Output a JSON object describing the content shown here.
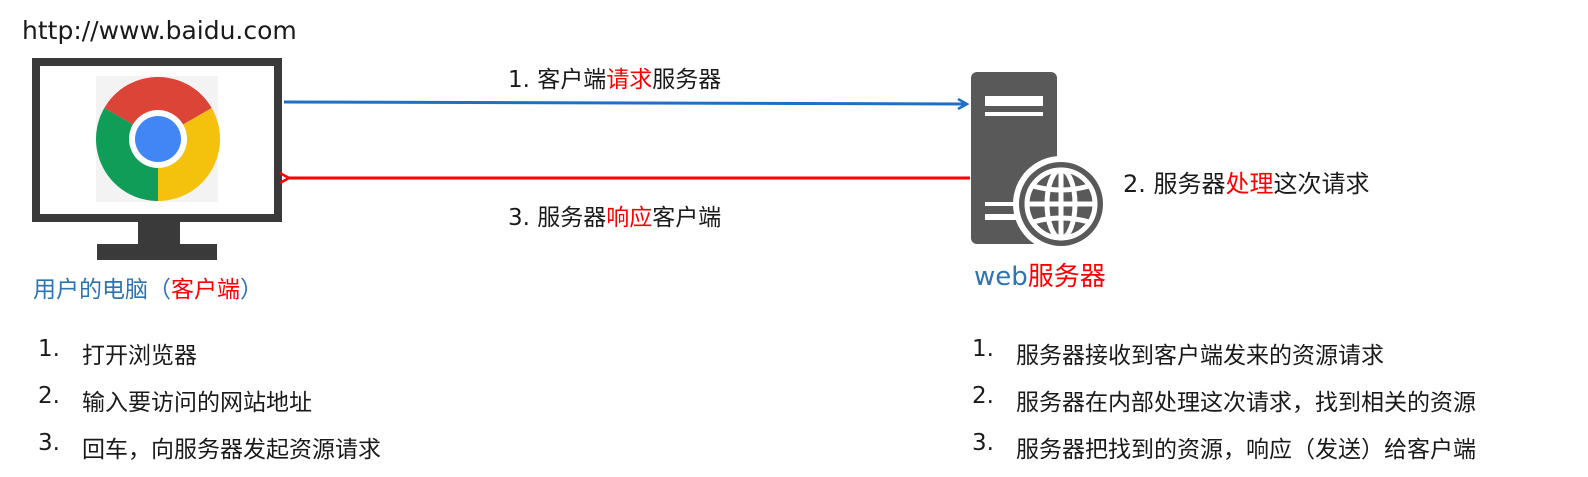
{
  "url": "http://www.baidu.com",
  "arrows": {
    "request": {
      "prefix": "1. 客户端",
      "highlight": "请求",
      "suffix": "服务器",
      "color": "#1f6fc5"
    },
    "response": {
      "prefix": "3. 服务器",
      "highlight": "响应",
      "suffix": "客户端",
      "color": "#ff0000"
    }
  },
  "process_label": {
    "prefix": "2. 服务器",
    "highlight": "处理",
    "suffix": "这次请求"
  },
  "client": {
    "label_prefix": "用户的电脑（",
    "label_highlight": "客户端",
    "label_suffix": "）",
    "icon": "chrome-browser-icon",
    "steps": [
      {
        "num": "1.",
        "text": "打开浏览器"
      },
      {
        "num": "2.",
        "text": "输入要访问的网站地址"
      },
      {
        "num": "3.",
        "text": "回车，向服务器发起资源请求"
      }
    ]
  },
  "server": {
    "label_web": "web",
    "label_rest": "服务器",
    "icon": "web-server-icon",
    "steps": [
      {
        "num": "1.",
        "text": "服务器接收到客户端发来的资源请求"
      },
      {
        "num": "2.",
        "text": "服务器在内部处理这次请求，找到相关的资源"
      },
      {
        "num": "3.",
        "text": "服务器把找到的资源，响应（发送）给客户端"
      }
    ]
  },
  "colors": {
    "highlight": "#ff0000",
    "label_blue": "#2e74b5",
    "monitor": "#3a3a3a",
    "server_body": "#595959"
  }
}
